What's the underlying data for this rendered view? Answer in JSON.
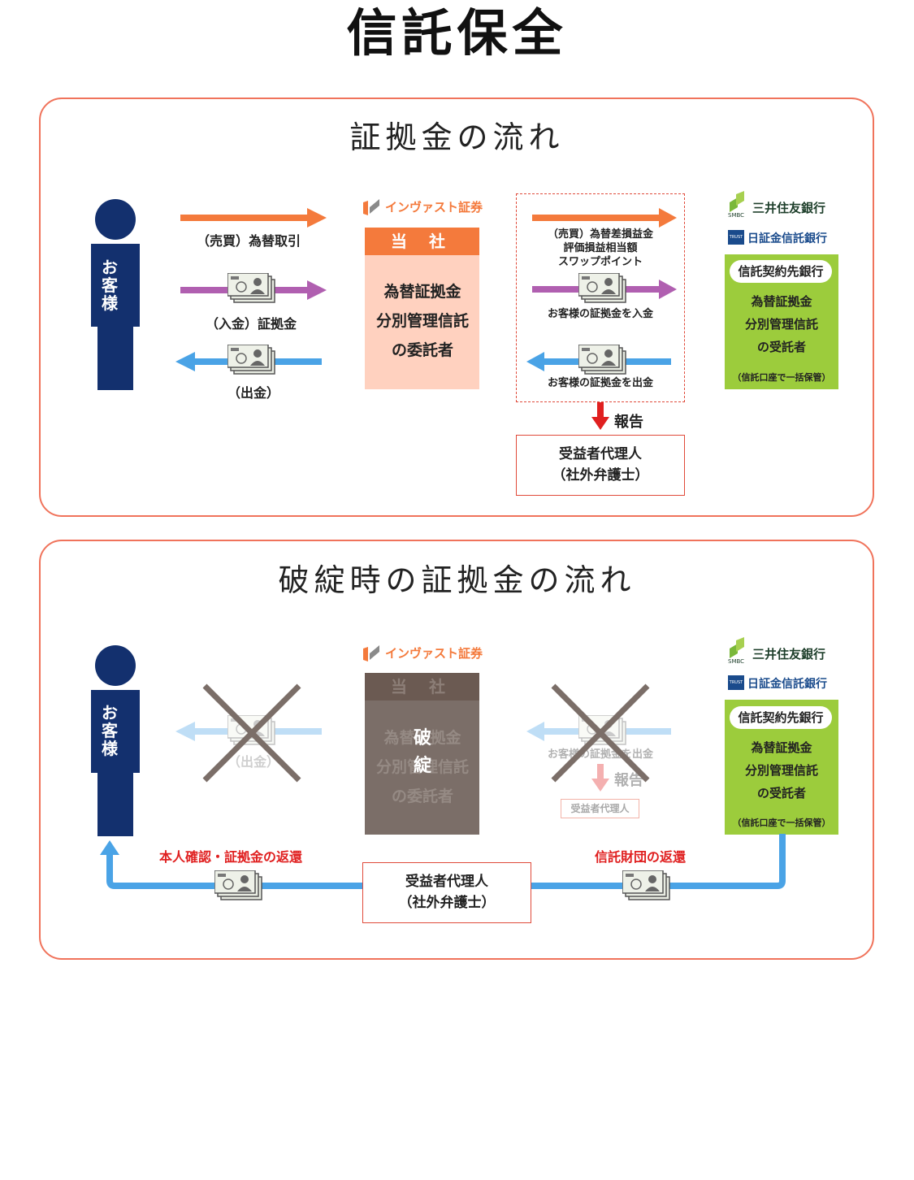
{
  "page_title": "信託保全",
  "normal": {
    "title": "証拠金の流れ",
    "customer": "お客様",
    "trade_label": "（売買）為替取引",
    "deposit_label": "（入金）証拠金",
    "withdraw_label": "（出金）",
    "investment_logo": "インヴァスト証券",
    "company_header": "当 社",
    "company_lines": [
      "為替証拠金",
      "分別管理信託",
      "の委託者"
    ],
    "flow_lines": [
      "（売買）為替差損益金",
      "評価損益相当額",
      "スワップポイント"
    ],
    "flow_deposit": "お客様の証拠金を入金",
    "flow_withdraw": "お客様の証拠金を出金",
    "report_label": "報告",
    "agent_lines": [
      "受益者代理人",
      "（社外弁護士）"
    ],
    "bank1": "三井住友銀行",
    "bank1_sub": "SMBC",
    "bank2": "日証金信託銀行",
    "bank2_sub": "TRUST",
    "trust_pill": "信託契約先銀行",
    "trust_lines": [
      "為替証拠金",
      "分別管理信託",
      "の受託者"
    ],
    "trust_note": "（信託口座で一括保管）"
  },
  "bankrupt": {
    "title": "破綻時の証拠金の流れ",
    "customer": "お客様",
    "withdraw_label": "（出金）",
    "investment_logo": "インヴァスト証券",
    "company_header": "当 社",
    "company_lines": [
      "為替証拠金",
      "分別管理信託",
      "の委託者"
    ],
    "hatan": [
      "破",
      "綻"
    ],
    "flow_withdraw": "お客様の証拠金を出金",
    "report_label": "報告",
    "agent_small": "受益者代理人",
    "bank1": "三井住友銀行",
    "bank1_sub": "SMBC",
    "bank2": "日証金信託銀行",
    "bank2_sub": "TRUST",
    "trust_pill": "信託契約先銀行",
    "trust_lines": [
      "為替証拠金",
      "分別管理信託",
      "の受託者"
    ],
    "trust_note": "（信託口座で一括保管）",
    "return_left": "本人確認・証拠金の返還",
    "return_right": "信託財団の返還",
    "agent_lines": [
      "受益者代理人",
      "（社外弁護士）"
    ]
  },
  "colors": {
    "accent_orange": "#f47a3c",
    "navy": "#13306e",
    "purple": "#b05fb0",
    "blue": "#4aa3e6",
    "green": "#9ccc3c",
    "red": "#e02020"
  }
}
